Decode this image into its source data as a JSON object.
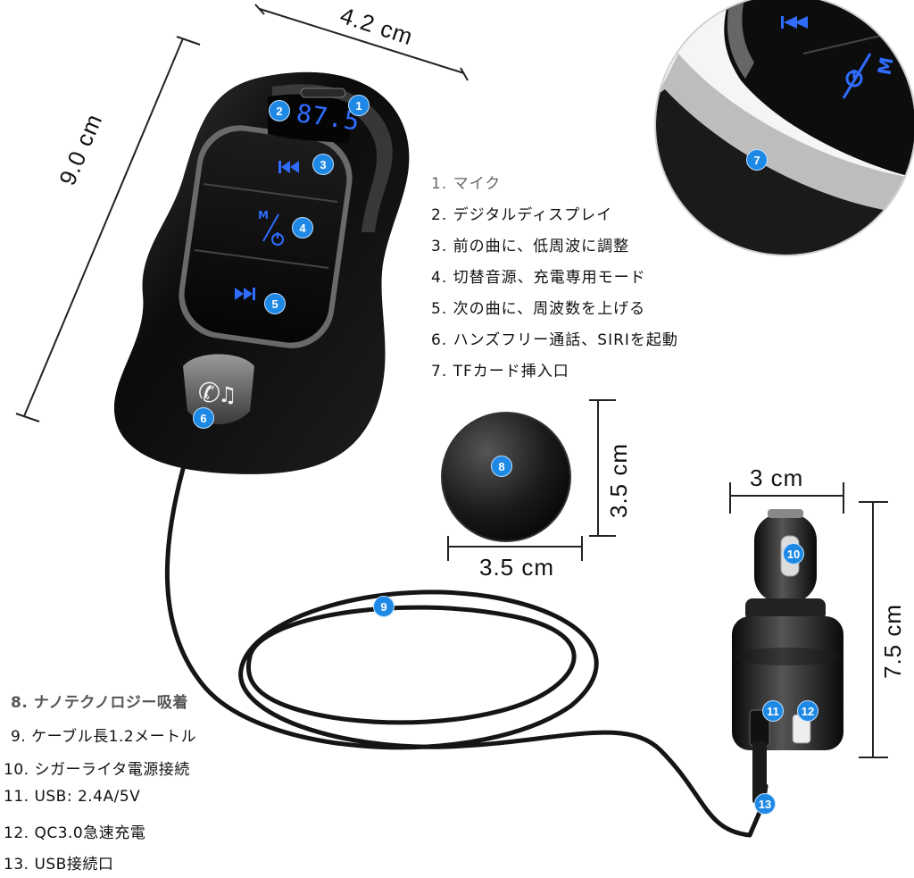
{
  "dimensions": {
    "device_width": "4.2 cm",
    "device_height": "9.0 cm",
    "plate_width": "3.5 cm",
    "plate_height": "3.5 cm",
    "charger_width": "3 cm",
    "charger_height": "7.5 cm"
  },
  "display": {
    "frequency": "87.5"
  },
  "features_top": [
    "1. マイク",
    "2. デジタルディスプレイ",
    "3. 前の曲に、低周波に調整",
    "4. 切替音源、充電専用モード",
    "5. 次の曲に、周波数を上げる",
    "6. ハンズフリー通話、SIRIを起動",
    "7. TFカード挿入口"
  ],
  "features_bottom": [
    "8. ナノテクノロジー吸着",
    "9. ケーブル長1.2メートル",
    "10. シガーライタ電源接続",
    "11. USB: 2.4A/5V",
    "12. QC3.0急速充電",
    "13. USB接続口"
  ],
  "badges": [
    "1",
    "2",
    "3",
    "4",
    "5",
    "6",
    "7",
    "8",
    "9",
    "10",
    "11",
    "12",
    "13"
  ],
  "button_labels": {
    "mode": "M",
    "mode_zoom": "M"
  },
  "colors": {
    "badge": "#1e88e5",
    "device_body": "#111111",
    "display_digits": "#2f6cff"
  }
}
